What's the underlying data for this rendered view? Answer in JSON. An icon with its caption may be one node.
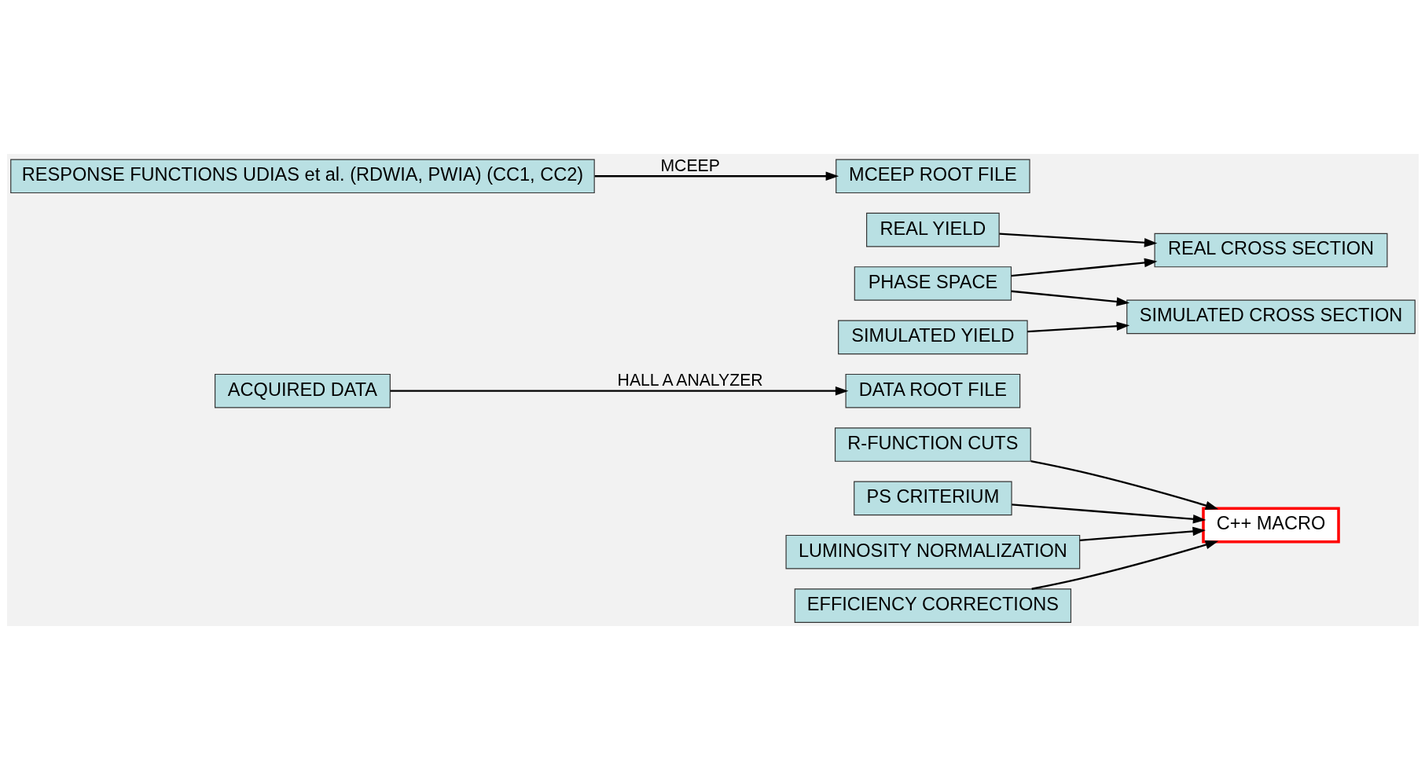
{
  "diagram": {
    "nodes": [
      {
        "text": [
          "R-FUNCTION CUTS"
        ]
      },
      {
        "text": [
          "PS CRITERIUM"
        ]
      },
      {
        "text": [
          "LUMINOSITY NORMALIZATION"
        ]
      },
      {
        "text": [
          "EFFICIENCY CORRECTIONS"
        ]
      },
      {
        "text": [
          "ACQUIRED DATA"
        ]
      },
      {
        "text": [
          "DATA ROOT FILE"
        ]
      },
      {
        "text": [
          "REAL YIELD"
        ]
      },
      {
        "text": [
          "REAL CROSS SECTION"
        ]
      },
      {
        "text": [
          "C++ MACRO"
        ]
      },
      {
        "text": [
          "RESPONSE FUNCTIONS UDIAS et al. (RDWIA, PWIA) (CC1, CC2)"
        ]
      },
      {
        "text": [
          "MCEEP ROOT FILE"
        ]
      },
      {
        "text": [
          "PHASE SPACE"
        ]
      },
      {
        "text": [
          "SIMULATED YIELD"
        ]
      },
      {
        "text": [
          "SIMULATED CROSS SECTION"
        ]
      }
    ],
    "edges": [
      {
        "from": 4,
        "to": 5,
        "arrow": "to",
        "label": "HALL A ANALYZER"
      },
      {
        "from": 9,
        "to": 10,
        "arrow": "to",
        "label": "MCEEP"
      },
      {
        "from": 0,
        "to": 8,
        "arrow": "to"
      },
      {
        "from": 1,
        "to": 8,
        "arrow": "to"
      },
      {
        "from": 2,
        "to": 8,
        "arrow": "to"
      },
      {
        "from": 3,
        "to": 8,
        "arrow": "to"
      },
      {
        "from": 6,
        "to": 7,
        "arrow": "to"
      },
      {
        "from": 11,
        "to": 7,
        "arrow": "to"
      },
      {
        "from": 11,
        "to": 13,
        "arrow": "to"
      },
      {
        "from": 12,
        "to": 13,
        "arrow": "to"
      }
    ]
  }
}
